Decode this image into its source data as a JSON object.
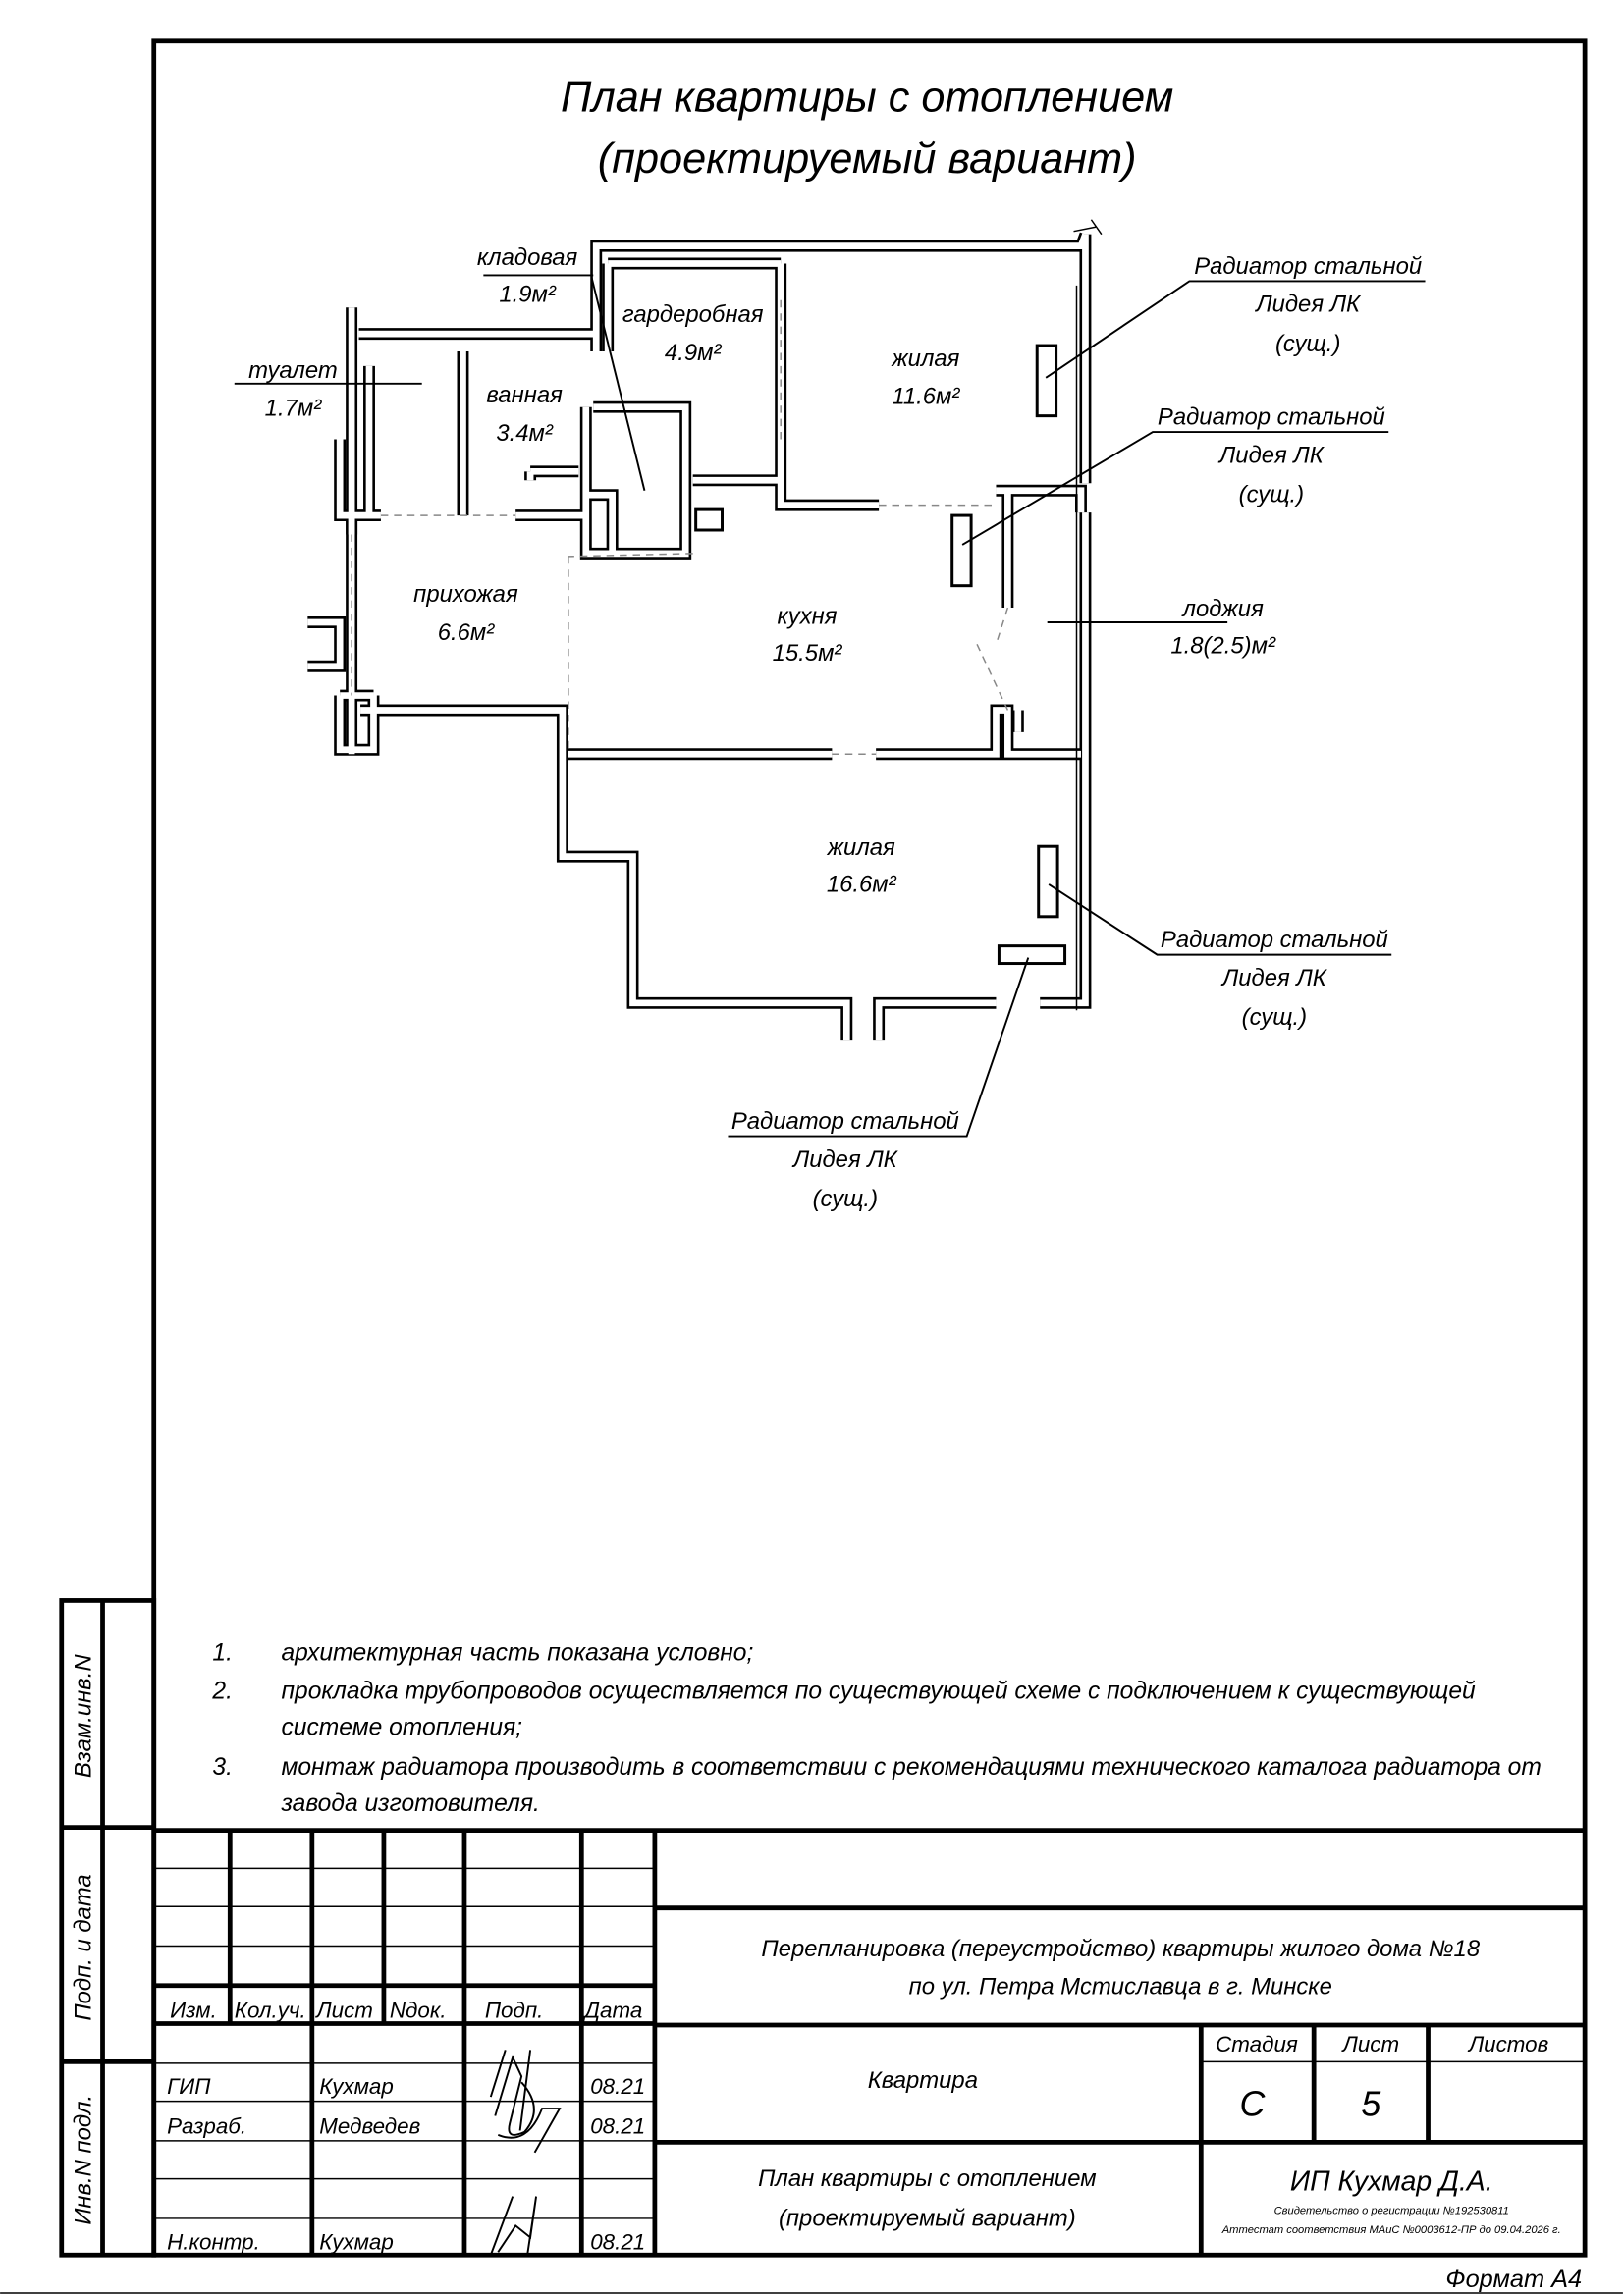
{
  "title": {
    "line1": "План квартиры с отоплением",
    "line2": "(проектируемый вариант)"
  },
  "rooms": [
    {
      "name": "кладовая",
      "area": "1.9м²"
    },
    {
      "name": "гардеробная",
      "area": "4.9м²"
    },
    {
      "name": "жилая",
      "area": "11.6м²"
    },
    {
      "name": "туалет",
      "area": "1.7м²"
    },
    {
      "name": "ванная",
      "area": "3.4м²"
    },
    {
      "name": "прихожая",
      "area": "6.6м²"
    },
    {
      "name": "кухня",
      "area": "15.5м²"
    },
    {
      "name": "лоджия",
      "area": "1.8(2.5)м²"
    },
    {
      "name": "жилая",
      "area": "16.6м²"
    }
  ],
  "radiators": [
    {
      "line1": "Радиатор стальной",
      "line2": "Лидея ЛК",
      "line3": "(сущ.)"
    },
    {
      "line1": "Радиатор стальной",
      "line2": "Лидея ЛК",
      "line3": "(сущ.)"
    },
    {
      "line1": "Радиатор стальной",
      "line2": "Лидея ЛК",
      "line3": "(сущ.)"
    },
    {
      "line1": "Радиатор стальной",
      "line2": "Лидея ЛК",
      "line3": "(сущ.)"
    }
  ],
  "notes": [
    {
      "num": "1.",
      "lines": [
        "архитектурная часть показана условно;"
      ]
    },
    {
      "num": "2.",
      "lines": [
        "прокладка трубопроводов осуществляется по существующей схеме с подключением к существующей",
        "системе отопления;"
      ]
    },
    {
      "num": "3.",
      "lines": [
        "монтаж радиатора производить в соответствии с рекомендациями технического каталога радиатора от",
        "завода изготовителя."
      ]
    }
  ],
  "side_stamps": [
    "Взам.инв.N",
    "Подп. и дата",
    "Инв.N подл."
  ],
  "title_block": {
    "headers": [
      "Изм.",
      "Кол.уч.",
      "Лист",
      "Nдок.",
      "Подп.",
      "Дата"
    ],
    "people": [
      {
        "role": "ГИП",
        "name": "Кухмар",
        "date": "08.21"
      },
      {
        "role": "Разраб.",
        "name": "Медведев",
        "date": "08.21"
      },
      {
        "role": "Н.контр.",
        "name": "Кухмар",
        "date": "08.21"
      }
    ],
    "project_line1": "Перепланировка (переустройство) квартиры жилого дома №18",
    "project_line2": "по ул. Петра Мстиславца в г. Минске",
    "object": "Квартира",
    "sheet_title1": "План квартиры с отоплением",
    "sheet_title2": "(проектируемый вариант)",
    "stage_header": "Стадия",
    "sheet_header": "Лист",
    "sheets_header": "Листов",
    "stage": "С",
    "sheet": "5",
    "sheets": "",
    "company": "ИП Кухмар Д.А.",
    "company_reg": "Свидетельство о регистрации №192530811",
    "company_cert": "Аттестат соответствия МАиС №0003612-ПР до 09.04.2026 г."
  },
  "format": "Формат А4"
}
